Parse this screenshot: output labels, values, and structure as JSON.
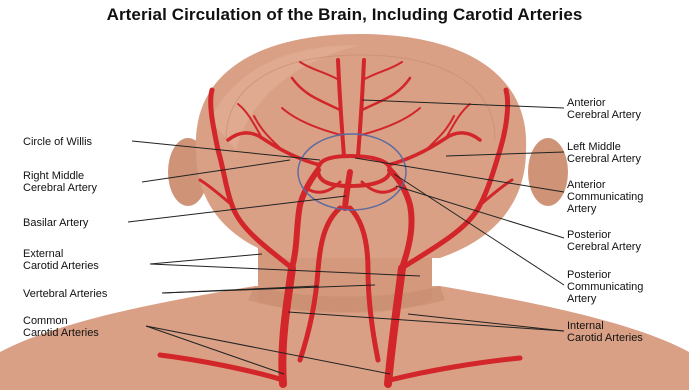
{
  "title": "Arterial Circulation of the Brain, Including Carotid Arteries",
  "colors": {
    "skin": "#d9a085",
    "skin_shadow": "#c48a6e",
    "artery": "#d2262b",
    "artery_dark": "#a91a1f",
    "circle": "#5a6aa0"
  },
  "labels": {
    "circle_of_willis": [
      "Circle of Willis"
    ],
    "right_middle_cerebral": [
      "Right Middle",
      "Cerebral Artery"
    ],
    "basilar": [
      "Basilar Artery"
    ],
    "external_carotid": [
      "External",
      "Carotid Arteries"
    ],
    "vertebral": [
      "Vertebral Arteries"
    ],
    "common_carotid": [
      "Common",
      "Carotid Arteries"
    ],
    "anterior_cerebral": [
      "Anterior",
      "Cerebral Artery"
    ],
    "left_middle_cerebral": [
      "Left Middle",
      "Cerebral Artery"
    ],
    "anterior_communicating": [
      "Anterior",
      "Communicating",
      "Artery"
    ],
    "posterior_cerebral": [
      "Posterior",
      "Cerebral Artery"
    ],
    "posterior_communicating": [
      "Posterior",
      "Communicating",
      "Artery"
    ],
    "internal_carotid": [
      "Internal",
      "Carotid Arteries"
    ]
  }
}
